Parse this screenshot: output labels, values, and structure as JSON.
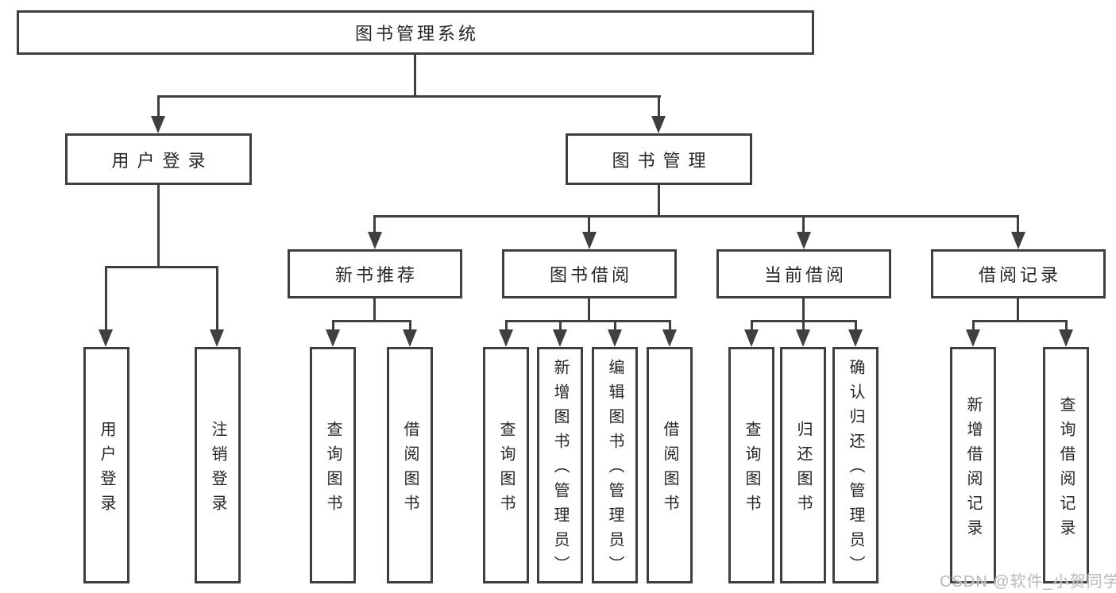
{
  "diagram": {
    "root": {
      "label": "图书管理系统"
    },
    "login": {
      "label": "用户登录",
      "children": [
        {
          "label": "用户登录"
        },
        {
          "label": "注销登录"
        }
      ]
    },
    "management": {
      "label": "图书管理",
      "modules": [
        {
          "label": "新书推荐",
          "children": [
            {
              "label": "查询图书"
            },
            {
              "label": "借阅图书"
            }
          ]
        },
        {
          "label": "图书借阅",
          "children": [
            {
              "label": "查询图书"
            },
            {
              "label": "新增图书（管理员）"
            },
            {
              "label": "编辑图书（管理员）"
            },
            {
              "label": "借阅图书"
            }
          ]
        },
        {
          "label": "当前借阅",
          "children": [
            {
              "label": "查询图书"
            },
            {
              "label": "归还图书"
            },
            {
              "label": "确认归还（管理员）"
            }
          ]
        },
        {
          "label": "借阅记录",
          "children": [
            {
              "label": "新增借阅记录"
            },
            {
              "label": "查询借阅记录"
            }
          ]
        }
      ]
    },
    "watermark": "CSDN @软件_小贺同学",
    "colors": {
      "line": "#3f3f3f",
      "text": "#262626",
      "box_background": "#ffffff",
      "watermark": "#b9b9b9"
    }
  }
}
